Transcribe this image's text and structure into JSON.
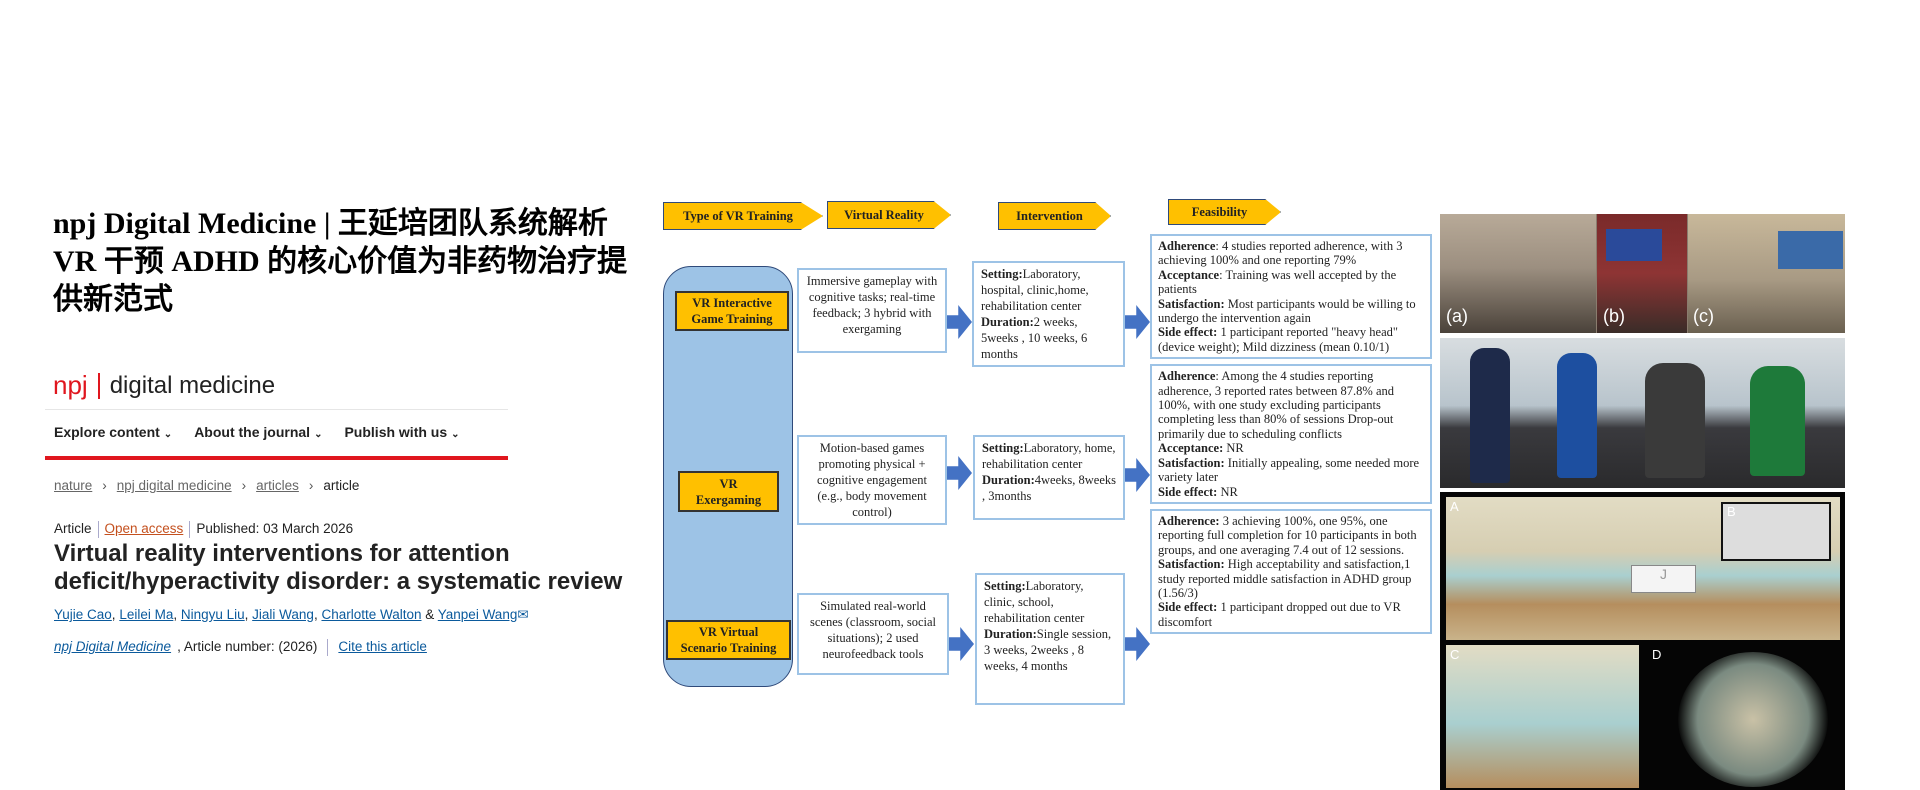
{
  "post_title": "npj Digital Medicine | 王延培团队系统解析VR 干预 ADHD 的核心价值为非药物治疗提供新范式",
  "site": {
    "logo_brand": "npj",
    "logo_name": "digital medicine"
  },
  "nav": [
    {
      "label": "Explore content"
    },
    {
      "label": "About the journal"
    },
    {
      "label": "Publish with us"
    }
  ],
  "breadcrumb": [
    "nature",
    "npj digital medicine",
    "articles",
    "article"
  ],
  "article": {
    "type": "Article",
    "access": "Open access",
    "published": "Published: 03 March 2026",
    "title": "Virtual reality interventions for attention deficit/hyperactivity disorder: a systematic review",
    "authors": [
      "Yujie Cao",
      "Leilei Ma",
      "Ningyu Liu",
      "Jiali Wang",
      "Charlotte Walton",
      "Yanpei Wang"
    ],
    "journal": "npj Digital Medicine",
    "article_number": ", Article number:  (2026)",
    "cite": "Cite this article"
  },
  "diagram": {
    "headers": [
      "Type of VR Training",
      "Virtual Reality",
      "Intervention",
      "Feasibility"
    ],
    "rows": [
      {
        "type": "VR Interactive Game Training",
        "vr": "Immersive gameplay with cognitive tasks; real-time feedback; 3 hybrid with exergaming",
        "setting": "Laboratory, hospital, clinic,home, rehabilitation center",
        "duration": "2 weeks, 5weeks , 10 weeks, 6 months",
        "feasibility": [
          {
            "k": "Adherence",
            "v": ": 4 studies reported adherence, with 3 achieving 100% and one reporting 79%"
          },
          {
            "k": "Acceptance",
            "v": ": Training was well accepted by the patients"
          },
          {
            "k": "Satisfaction:",
            "v": " Most participants would be willing to undergo the intervention again"
          },
          {
            "k": "Side effect:",
            "v": " 1 participant reported \"heavy head\" (device weight); Mild dizziness (mean 0.10/1)"
          }
        ]
      },
      {
        "type": "VR Exergaming",
        "vr": "Motion-based games promoting physical + cognitive engagement (e.g., body movement control)",
        "setting": "Laboratory, home, rehabilitation center",
        "duration": "4weeks, 8weeks , 3months",
        "feasibility": [
          {
            "k": "Adherence",
            "v": ": Among the 4 studies reporting adherence, 3 reported rates between 87.8% and 100%, with one study excluding participants completing less than 80% of sessions Drop-out primarily due to scheduling conflicts"
          },
          {
            "k": "Acceptance:",
            "v": " NR"
          },
          {
            "k": "Satisfaction:",
            "v": "  Initially appealing, some needed more variety later"
          },
          {
            "k": "Side effect:",
            "v": " NR"
          }
        ]
      },
      {
        "type": "VR Virtual Scenario Training",
        "vr": "Simulated real-world scenes (classroom, social situations); 2 used neurofeedback tools",
        "setting": "Laboratory, clinic, school, rehabilitation center",
        "duration": "Single session, 3 weeks, 2weeks , 8 weeks, 4 months",
        "feasibility": [
          {
            "k": "Adherence:",
            "v": " 3 achieving 100%, one 95%, one reporting full completion for 10 participants in both groups, and one averaging 7.4 out of 12 sessions."
          },
          {
            "k": "Satisfaction:",
            "v": " High acceptability and satisfaction,1 study reported middle satisfaction in ADHD group (1.56/3)"
          },
          {
            "k": "Side effect:",
            "v": " 1 participant dropped out due to VR discomfort"
          }
        ]
      }
    ],
    "setting_label": "Setting:",
    "duration_label": "Duration:"
  },
  "photos": {
    "panel1_labels": [
      "(a)",
      "(b)",
      "(c)"
    ],
    "panel3_labels": [
      "A",
      "B",
      "C",
      "D"
    ],
    "screen_letter": "J"
  },
  "colors": {
    "accent_red": "#e0161e",
    "link_blue": "#0b5a9c",
    "yellow": "#ffc000",
    "light_blue": "#9dc3e6",
    "arrow_blue": "#4472c4"
  }
}
